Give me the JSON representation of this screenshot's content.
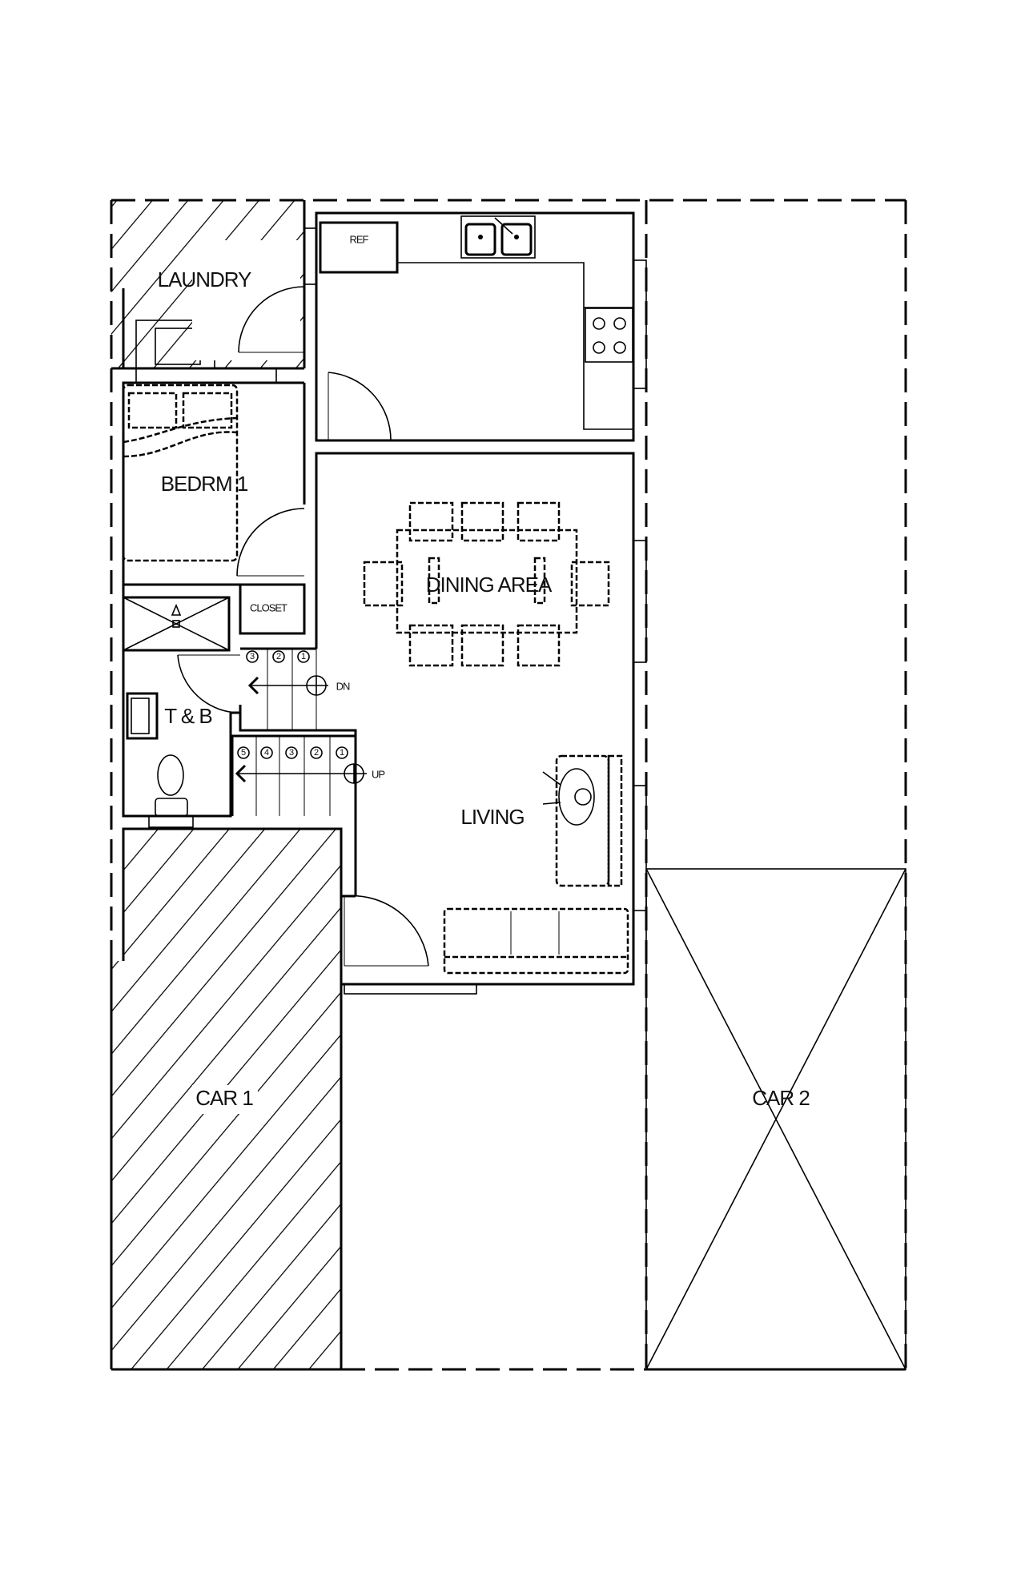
{
  "rooms": {
    "laundry": "LAUNDRY",
    "kitchen_ref": "REF",
    "bedroom": "BEDRM 1",
    "closet": "CLOSET",
    "toilet_bath": "T & B",
    "dining": "DINING AREA",
    "living": "LIVING",
    "car1": "CAR 1",
    "car2": "CAR 2"
  },
  "stairs": {
    "down_label": "DN",
    "up_label": "UP",
    "down_steps": [
      "3",
      "2",
      "1"
    ],
    "up_steps": [
      "5",
      "4",
      "3",
      "2",
      "1"
    ]
  }
}
